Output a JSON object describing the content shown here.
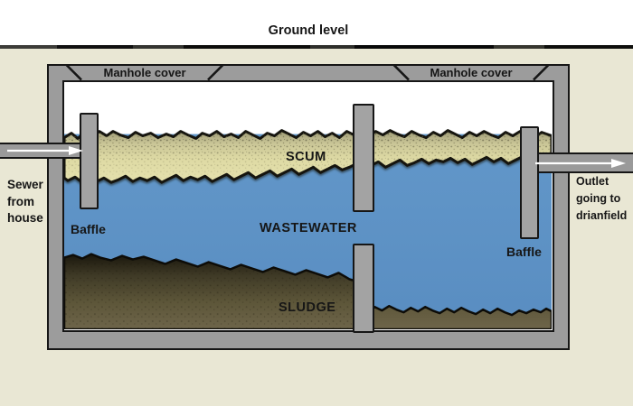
{
  "ground": {
    "label": "Ground level"
  },
  "manhole_covers": [
    {
      "label": "Manhole cover"
    },
    {
      "label": "Manhole cover"
    }
  ],
  "layers": {
    "scum": "SCUM",
    "wastewater": "WASTEWATER",
    "sludge": "SLUDGE"
  },
  "baffles": {
    "left": "Baffle",
    "right": "Baffle"
  },
  "inlet": {
    "lines": [
      "Sewer",
      "from",
      "house"
    ]
  },
  "outlet": {
    "lines": [
      "Outlet",
      "going to",
      "drianfield"
    ]
  },
  "icons": {
    "inlet_arrow": "flow-arrow-right",
    "outlet_arrow": "flow-arrow-right"
  },
  "colors": {
    "background": "#e9e7d4",
    "wall_gray": "#9c9c9c",
    "wastewater_blue": "#5e92c6",
    "scum_yellow": "#e0dca6",
    "sludge_brown": "#5d5639",
    "outline": "#161616"
  }
}
